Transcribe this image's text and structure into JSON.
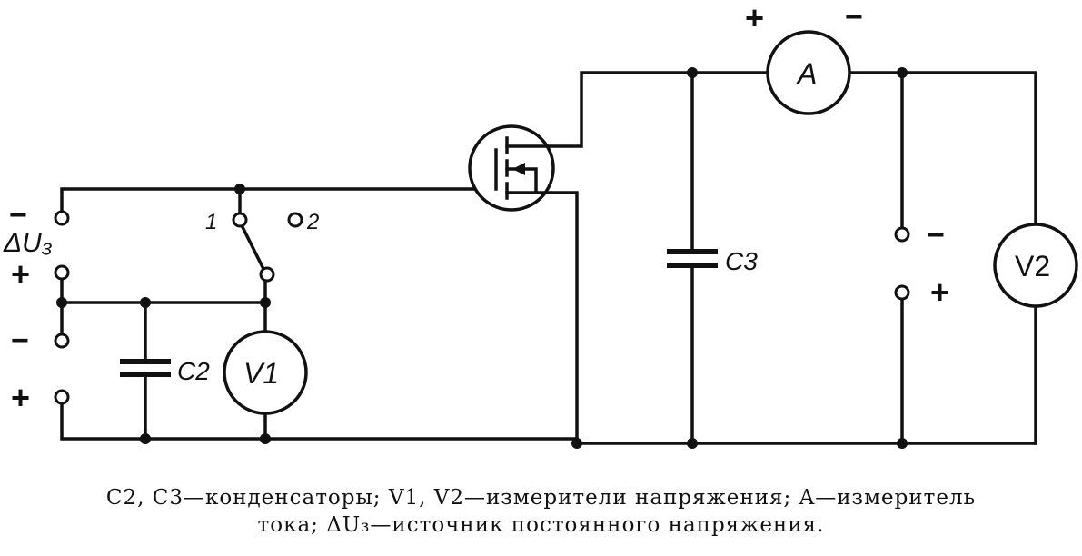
{
  "labels": {
    "delta_u3": "ΔU₃",
    "c2": "C2",
    "c3": "C3",
    "v1": "V1",
    "v2": "V2",
    "ammeter": "A",
    "switch_pos1": "1",
    "switch_pos2": "2",
    "plus": "+",
    "minus": "−"
  },
  "caption": {
    "line1": "C2, C3—конденсаторы; V1, V2—измерители напряжения; A—измеритель",
    "line2": "тока; ΔU₃—источник постоянного напряжения."
  }
}
